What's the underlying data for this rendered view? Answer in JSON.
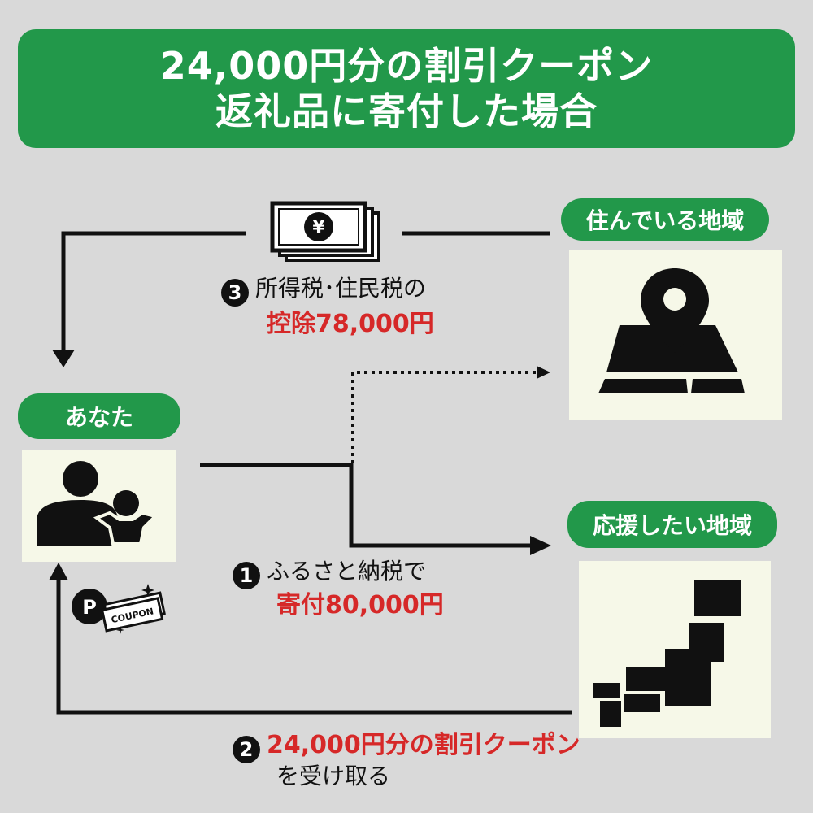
{
  "banner": {
    "line1": "24,000円分の割引クーポン",
    "line2": "返礼品に寄付した場合"
  },
  "nodes": {
    "home_region": "住んでいる地域",
    "you": "あなた",
    "support_region": "応援したい地域"
  },
  "steps": {
    "step3": {
      "num": "3",
      "text": "所得税･住民税の",
      "amount": "控除78,000円"
    },
    "step1": {
      "num": "1",
      "text": "ふるさと納税で",
      "amount": "寄付80,000円"
    },
    "step2": {
      "num": "2",
      "amount": "24,000円分の割引クーポン",
      "text": "を受け取る"
    }
  },
  "icons": {
    "money": "yen-banknote-icon",
    "map": "map-pin-icon",
    "people": "people-icon",
    "japan": "japan-map-icon",
    "coupon": "coupon-icon",
    "yen_symbol": "¥",
    "p_symbol": "P",
    "coupon_word": "COUPON"
  },
  "colors": {
    "green": "#22984a",
    "red": "#d62828",
    "background": "#d9d9d9",
    "card": "#f6f8e8"
  }
}
